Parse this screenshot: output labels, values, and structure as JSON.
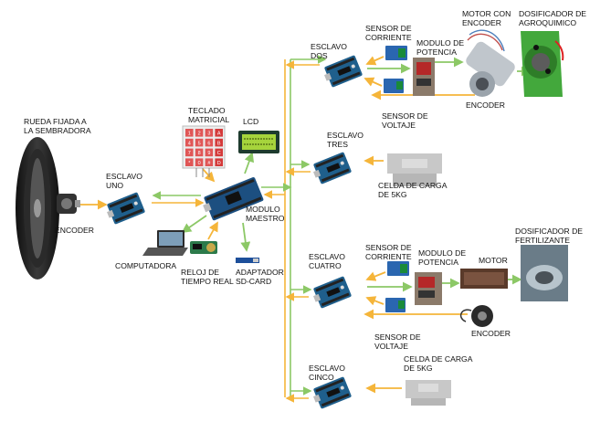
{
  "colors": {
    "orange_arrow": "#f5b53a",
    "green_arrow": "#8cc866",
    "arduino_board": "#1f5f8c",
    "mega_board": "#1c4f80",
    "lcd_green": "#a6d43c",
    "motor_green": "#43a83c"
  },
  "labels": {
    "wheel": [
      "RUEDA FIJADA A",
      "LA SEMBRADORA"
    ],
    "encoder_wheel": "ENCODER",
    "slave1": [
      "ESCLAVO",
      "UNO"
    ],
    "computer": "COMPUTADORA",
    "keypad": [
      "TECLADO",
      "MATRICIAL"
    ],
    "lcd": "LCD",
    "master": [
      "MODULO",
      "MAESTRO"
    ],
    "rtc": [
      "RELOJ DE",
      "TIEMPO REAL"
    ],
    "sdcard": [
      "ADAPTADOR",
      "SD-CARD"
    ],
    "slave2": [
      "ESCLAVO",
      "DOS"
    ],
    "current_sensor_2": [
      "SENSOR DE",
      "CORRIENTE"
    ],
    "power_module_2": [
      "MODULO DE",
      "POTENCIA"
    ],
    "motor_encoder": [
      "MOTOR CON",
      "ENCODER"
    ],
    "agro_doser": [
      "DOSIFICADOR DE",
      "AGROQUIMICO"
    ],
    "encoder_2": "ENCODER",
    "voltage_sensor_2": [
      "SENSOR DE",
      "VOLTAJE"
    ],
    "slave3": [
      "ESCLAVO",
      "TRES"
    ],
    "load_cell_3": [
      "CELDA DE CARGA",
      "DE 5kg"
    ],
    "slave4": [
      "ESCLAVO",
      "CUATRO"
    ],
    "current_sensor_4": [
      "SENSOR DE",
      "CORRIENTE"
    ],
    "power_module_4": [
      "MODULO DE",
      "POTENCIA"
    ],
    "motor_4": "MOTOR",
    "fert_doser": [
      "DOSIFICADOR DE",
      "FERTILIZANTE"
    ],
    "voltage_sensor_4": [
      "SENSOR DE",
      "VOLTAJE"
    ],
    "encoder_4": "ENCODER",
    "slave5": [
      "ESCLAVO",
      "CINCO"
    ],
    "load_cell_5": [
      "CELDA DE CARGA",
      "DE 5kg"
    ]
  },
  "keypad_keys": [
    "1",
    "2",
    "3",
    "A",
    "4",
    "5",
    "6",
    "B",
    "7",
    "8",
    "9",
    "C",
    "*",
    "0",
    "#",
    "D"
  ]
}
